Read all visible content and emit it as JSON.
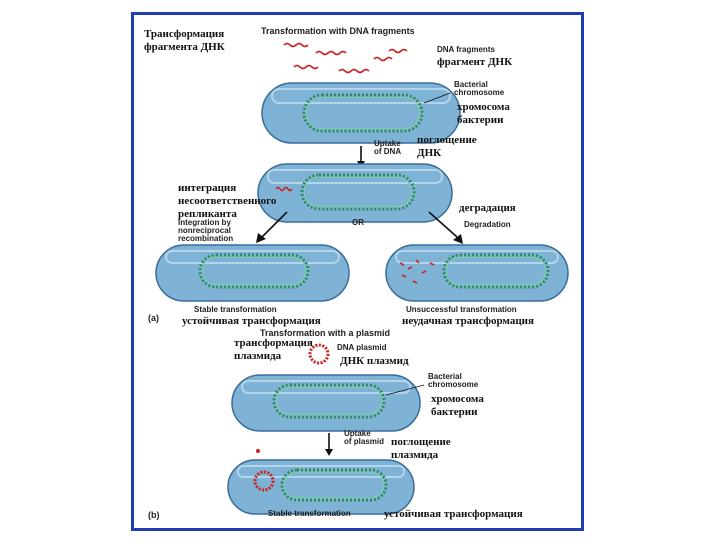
{
  "part_a": {
    "ru_title": [
      "Трансформация",
      "фрагмента ДНК"
    ],
    "en_title": "Transformation with DNA fragments",
    "en_dna_fragments": "DNA fragments",
    "ru_dna_fragments": "фрагмент ДНК",
    "en_bacterial_chromosome": [
      "Bacterial",
      "chromosome"
    ],
    "ru_bacterial_chromosome": [
      "хромосома",
      "бактерии"
    ],
    "en_uptake": [
      "Uptake",
      "of DNA"
    ],
    "ru_uptake": [
      "поглощение",
      "ДНК"
    ],
    "ru_integration": [
      "интеграция",
      "несоответственного",
      "репликанта"
    ],
    "en_integration": [
      "Integration by",
      "nonreciprocal",
      "recombination"
    ],
    "en_or": "OR",
    "ru_degradation": "деградация",
    "en_degradation": "Degradation",
    "en_stable": "Stable transformation",
    "ru_stable": "устойчивая трансформация",
    "en_unsuccessful": "Unsuccessful transformation",
    "ru_unsuccessful": "неудачная трансформация",
    "panel_label": "(a)"
  },
  "part_b": {
    "en_title": "Transformation with a plasmid",
    "ru_title": [
      "трансформация",
      "плазмида"
    ],
    "en_dna_plasmid": "DNA plasmid",
    "ru_dna_plasmid": "ДНК плазмид",
    "en_bacterial_chromosome": [
      "Bacterial",
      "chromosome"
    ],
    "ru_bacterial_chromosome": [
      "хромосома",
      "бактерии"
    ],
    "en_uptake": [
      "Uptake",
      "of plasmid"
    ],
    "ru_uptake": [
      "поглощение",
      "плазмида"
    ],
    "en_stable": "Stable transformation",
    "ru_stable": "устойчивая трансформация",
    "panel_label": "(b)"
  },
  "colors": {
    "border": "#1f3fb0",
    "cell": "#7fb3d5",
    "chromosome": "#2e8a5e",
    "dna_fragment": "#cc2222"
  }
}
